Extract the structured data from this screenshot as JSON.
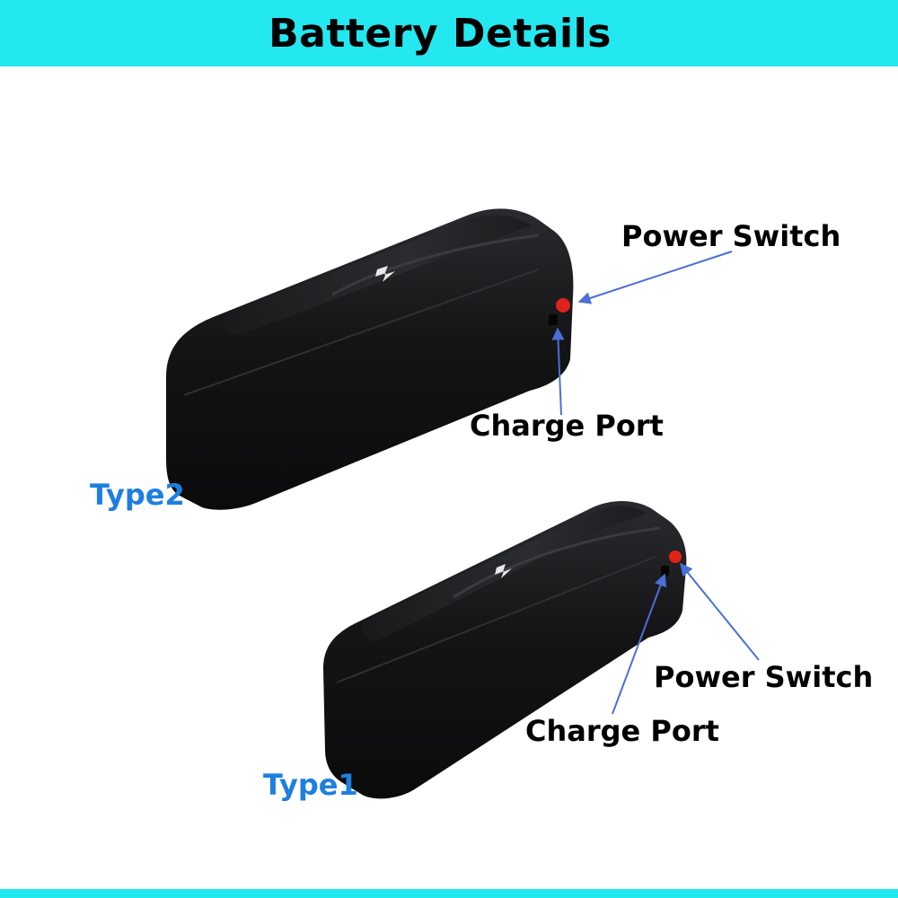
{
  "header": {
    "title": "Battery Details"
  },
  "colors": {
    "band": "#24E8F0",
    "type_label": "#1E7FE0",
    "arrow": "#4A6FD6",
    "battery_body": "#141416",
    "switch": "#E0231A"
  },
  "batteries": [
    {
      "type_label": "Type2",
      "callouts": {
        "power_switch": "Power Switch",
        "charge_port": "Charge Port"
      }
    },
    {
      "type_label": "Type1",
      "callouts": {
        "power_switch": "Power Switch",
        "charge_port": "Charge Port"
      }
    }
  ]
}
